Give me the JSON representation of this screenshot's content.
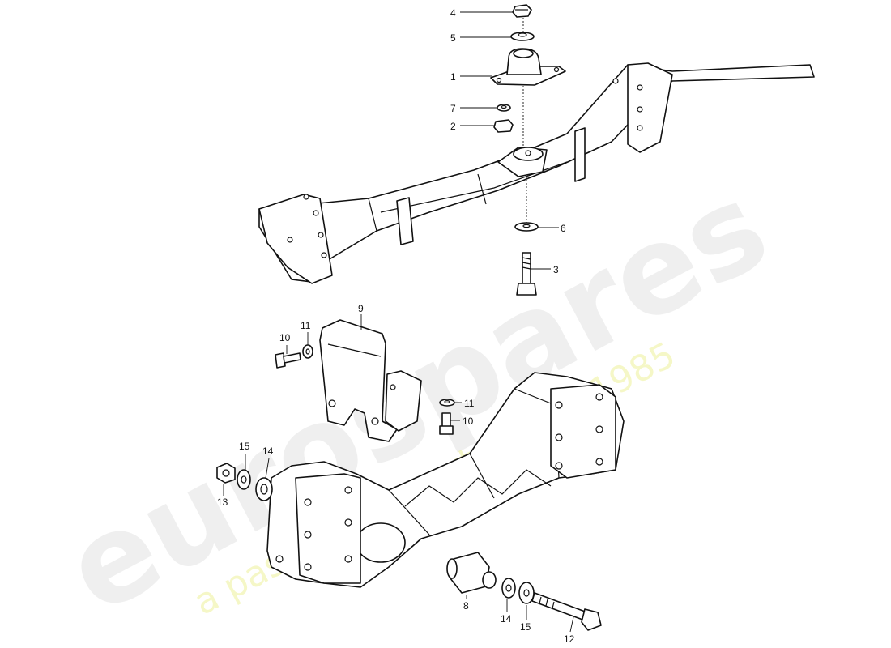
{
  "watermark": {
    "brand": "eurospares",
    "tagline": "a passion for parts since 1985"
  },
  "callouts": [
    {
      "id": "c4",
      "label": "4"
    },
    {
      "id": "c5",
      "label": "5"
    },
    {
      "id": "c1",
      "label": "1"
    },
    {
      "id": "c7",
      "label": "7"
    },
    {
      "id": "c2",
      "label": "2"
    },
    {
      "id": "c6",
      "label": "6"
    },
    {
      "id": "c3",
      "label": "3"
    },
    {
      "id": "c9",
      "label": "9"
    },
    {
      "id": "c10a",
      "label": "10"
    },
    {
      "id": "c11a",
      "label": "11"
    },
    {
      "id": "c11b",
      "label": "11"
    },
    {
      "id": "c10b",
      "label": "10"
    },
    {
      "id": "c15a",
      "label": "15"
    },
    {
      "id": "c14a",
      "label": "14"
    },
    {
      "id": "c13",
      "label": "13"
    },
    {
      "id": "c8",
      "label": "8"
    },
    {
      "id": "c14b",
      "label": "14"
    },
    {
      "id": "c15b",
      "label": "15"
    },
    {
      "id": "c12",
      "label": "12"
    }
  ]
}
